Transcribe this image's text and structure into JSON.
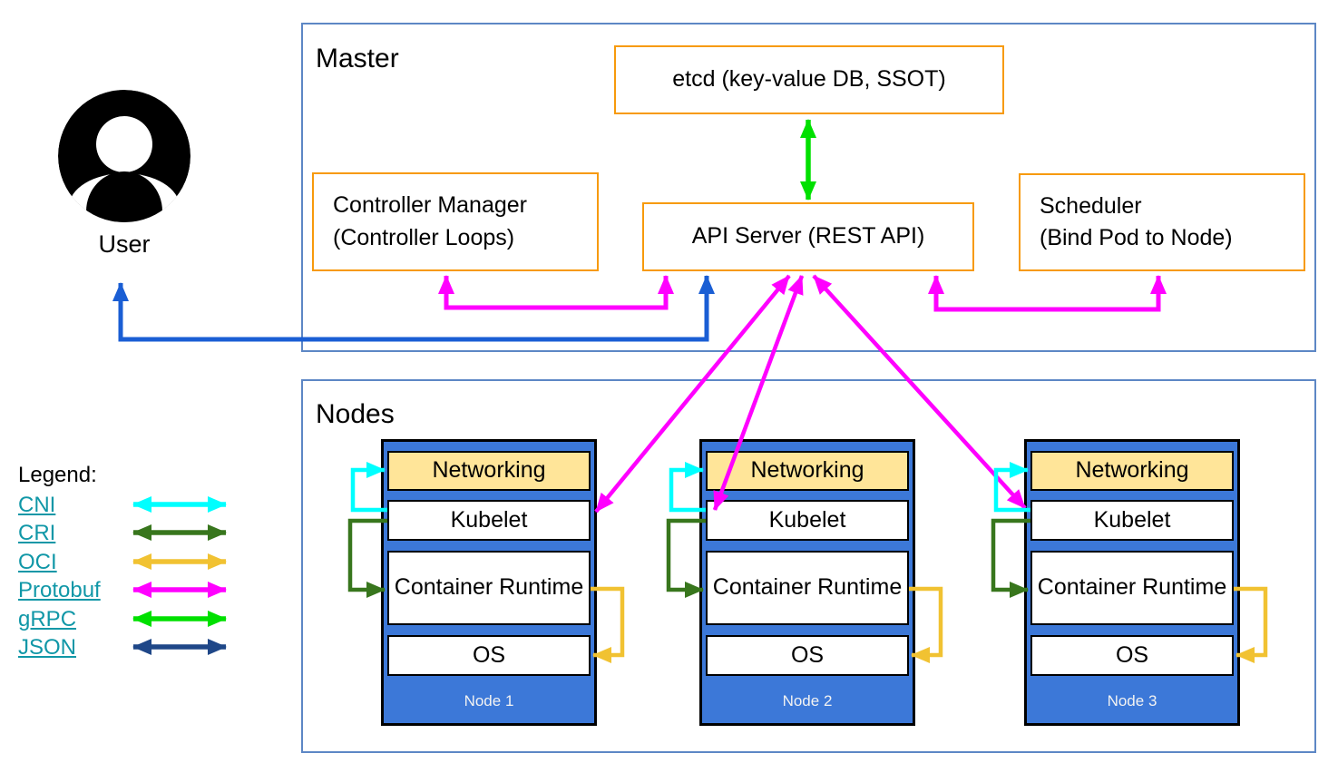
{
  "user": {
    "label": "User"
  },
  "master": {
    "title": "Master",
    "etcd_label": "etcd (key-value DB, SSOT)",
    "controller_manager_line1": "Controller Manager",
    "controller_manager_line2": "(Controller Loops)",
    "api_server_label": "API Server (REST API)",
    "scheduler_line1": "Scheduler",
    "scheduler_line2": "(Bind Pod to Node)"
  },
  "nodes_section": {
    "title": "Nodes",
    "layers": {
      "networking": "Networking",
      "kubelet": "Kubelet",
      "container_runtime": "Container Runtime",
      "os": "OS"
    },
    "nodes": [
      {
        "label": "Node 1"
      },
      {
        "label": "Node 2"
      },
      {
        "label": "Node 3"
      }
    ]
  },
  "legend": {
    "title": "Legend:",
    "items": [
      {
        "label": "CNI",
        "color_key": "cni"
      },
      {
        "label": "CRI",
        "color_key": "cri"
      },
      {
        "label": "OCI",
        "color_key": "oci"
      },
      {
        "label": "Protobuf",
        "color_key": "protobuf"
      },
      {
        "label": "gRPC",
        "color_key": "grpc"
      },
      {
        "label": "JSON",
        "color_key": "json"
      }
    ]
  },
  "colors": {
    "cni": "#00ffff",
    "cri": "#38761d",
    "oci": "#f1c232",
    "protobuf": "#ff00ff",
    "grpc": "#00e000",
    "json": "#1f4788",
    "user_arrow": "#1a5ed4",
    "section_border": "#5d87c5",
    "component_border": "#f79a0c",
    "node_fill": "#3c78d8",
    "networking_fill": "#ffe599",
    "link_text": "#1097a7"
  }
}
